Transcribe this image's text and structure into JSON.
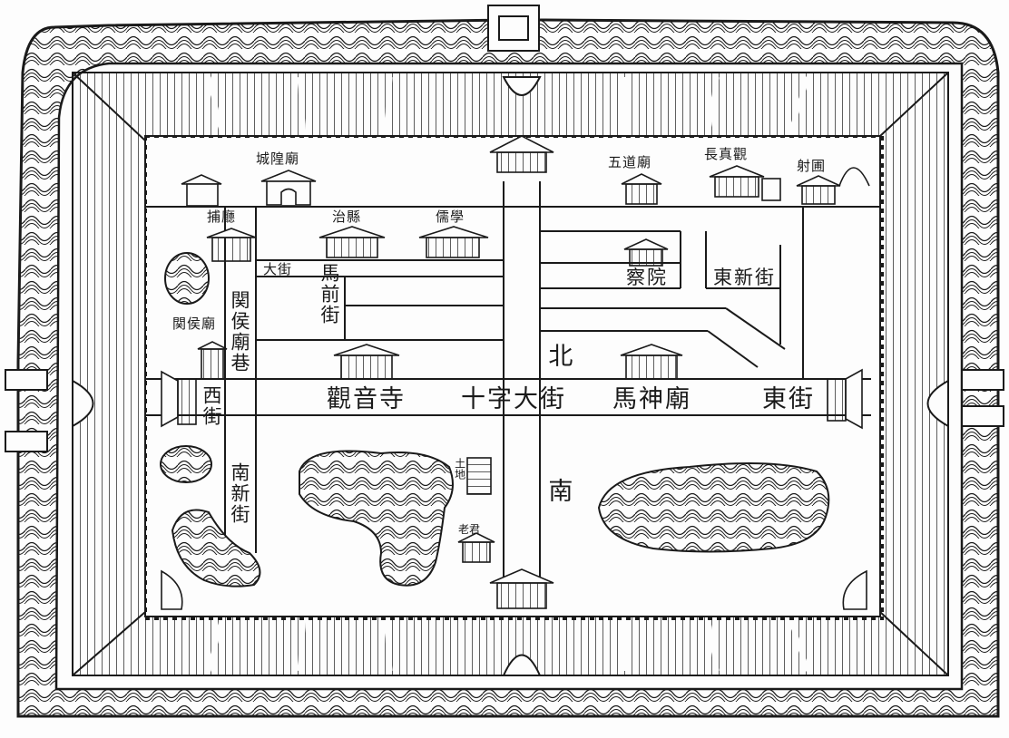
{
  "map": {
    "colors": {
      "ink": "#1a1a1a",
      "paper": "#fdfdfd"
    },
    "labels": {
      "shizi_dajie": "十字大街",
      "guanyin_si": "觀音寺",
      "mashen_miao": "馬神廟",
      "dong_jie": "東街",
      "xi_jie": "西街",
      "bei": "北",
      "nan": "南",
      "guanhou_miao_xiang": "関侯廟巷",
      "nan_xin_jie": "南新街",
      "ma_qian_jie": "馬前街",
      "dong_xin_jie": "東新街",
      "cheng_huang_miao": "城隍廟",
      "wu_dao_miao": "五道廟",
      "zhi_ci": "治縣",
      "ru_xue": "儒學",
      "cha_yuan": "察院",
      "da_jie_small": "大街",
      "guan_hou_miao_small": "関侯廟",
      "chang_zhen_guan": "長真觀",
      "she_pu": "射圃",
      "bu_ting": "捕廳",
      "tu_di_small": "土地",
      "lao_jun_small": "老君"
    }
  }
}
